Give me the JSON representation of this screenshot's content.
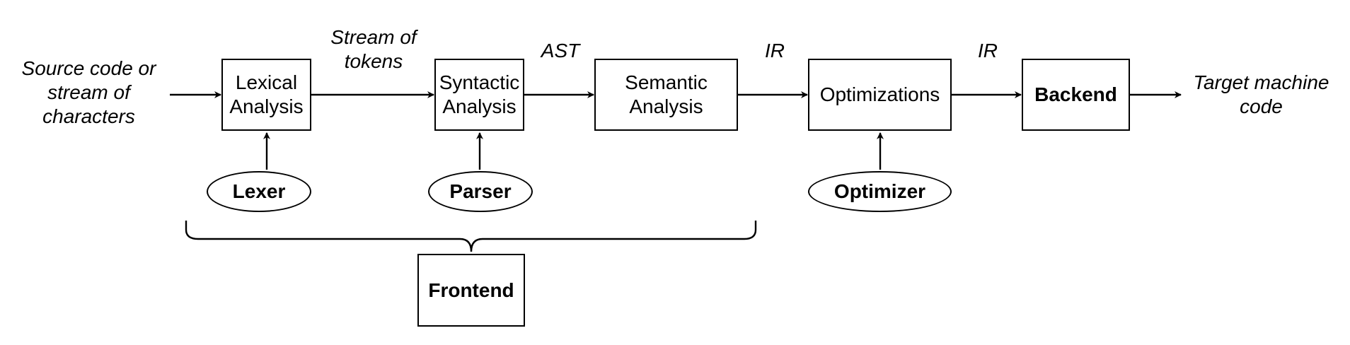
{
  "input_label": "Source code or\nstream of\ncharacters",
  "output_label": "Target machine\ncode",
  "stages": {
    "lexical": "Lexical\nAnalysis",
    "syntactic": "Syntactic\nAnalysis",
    "semantic": "Semantic\nAnalysis",
    "optimizations": "Optimizations",
    "backend": "Backend"
  },
  "edge_labels": {
    "tokens": "Stream of\ntokens",
    "ast": "AST",
    "ir1": "IR",
    "ir2": "IR"
  },
  "tools": {
    "lexer": "Lexer",
    "parser": "Parser",
    "optimizer": "Optimizer"
  },
  "group": {
    "frontend": "Frontend"
  }
}
